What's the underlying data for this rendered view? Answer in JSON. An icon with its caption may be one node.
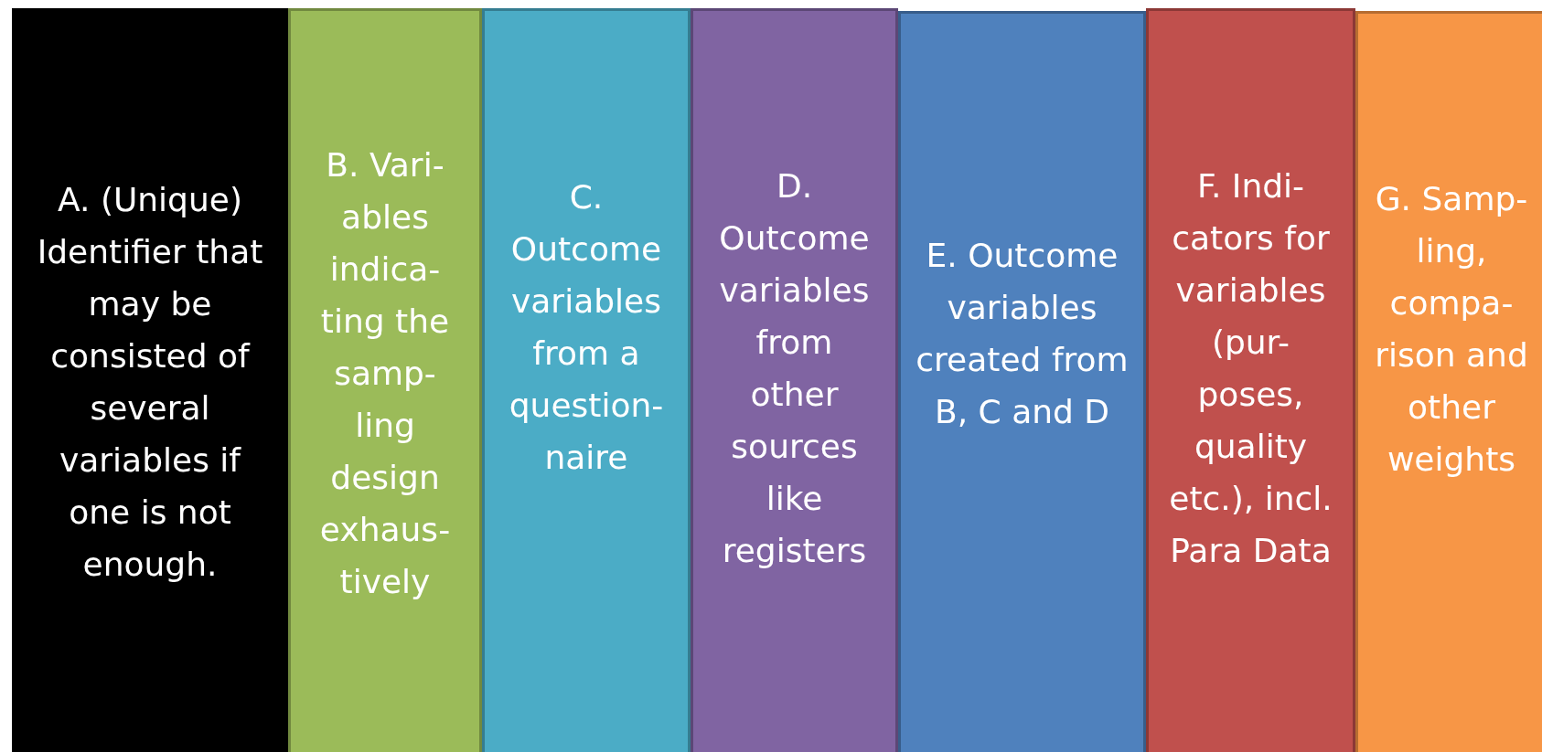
{
  "diagram": {
    "nodes": [
      {
        "text": [
          "A. (Unique) Identifier that may be consisted of several variables if one is not enough."
        ]
      },
      {
        "text": [
          "B. Vari- ables indica- ting the samp- ling design exhaus- tively"
        ]
      },
      {
        "text": [
          "C. Outcome variables from a question- naire"
        ]
      },
      {
        "text": [
          "D. Outcome variables from other sources like registers"
        ]
      },
      {
        "text": [
          "E. Outcome variables created from B, C and D"
        ]
      },
      {
        "text": [
          "F. Indi- cators for variables (pur- poses, quality etc.), incl. Para Data"
        ]
      },
      {
        "text": [
          "G. Samp- ling, compa- rison and other weights"
        ]
      }
    ]
  }
}
